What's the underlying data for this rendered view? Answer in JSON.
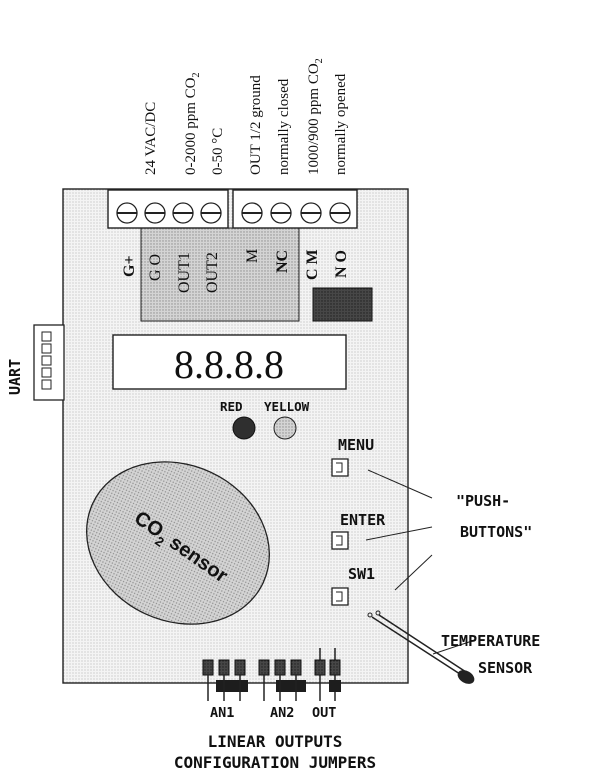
{
  "terminal_labels": {
    "supply": "24 VAC/DC",
    "out1_range": "0-2000 ppm CO",
    "out1_sub": "2",
    "out2_range": "0-50 °C",
    "ground": "OUT 1/2 ground",
    "normally_closed": "normally closed",
    "relay_threshold": "1000/900 ppm CO",
    "relay_sub": "2",
    "normally_opened": "normally opened"
  },
  "pins": {
    "g_plus": "G+",
    "g_zero": "G O",
    "out1": "OUT1",
    "out2": "OUT2",
    "m": "M",
    "nc": "NC",
    "cm": "C M",
    "no": "N O"
  },
  "uart_label": "UART",
  "display_value": "8.8.8.8",
  "leds": {
    "red": "RED",
    "yellow": "YELLOW"
  },
  "buttons": {
    "menu": "MENU",
    "enter": "ENTER",
    "sw1": "SW1"
  },
  "pushbuttons_label": {
    "line1": "\"PUSH-",
    "line2": "BUTTONS\""
  },
  "sensor": {
    "main": "CO",
    "sub": "2",
    "rest": " sensor"
  },
  "temperature": {
    "line1": "TEMPERATURE",
    "line2": "SENSOR"
  },
  "jumpers": {
    "an1": "AN1",
    "an2": "AN2",
    "out": "OUT"
  },
  "footer": {
    "line1": "LINEAR OUTPUTS",
    "line2": "CONFIGURATION JUMPERS"
  },
  "colors": {
    "board": "#efefef",
    "dark_block": "#3a3a3a",
    "relay_area": "#c9c9c9",
    "red_led": "#2f2f2f",
    "yellow_led": "#d8d8d8"
  }
}
